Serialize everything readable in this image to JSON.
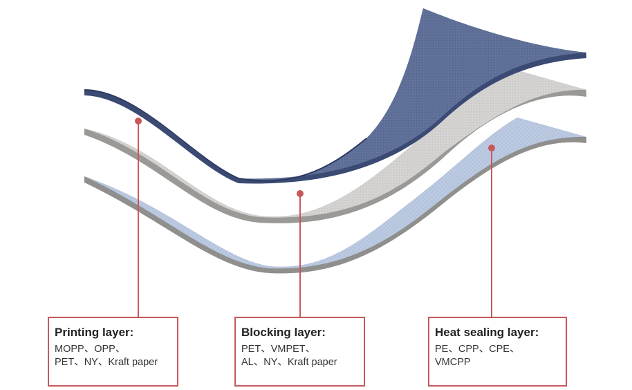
{
  "layers": [
    {
      "id": "printing",
      "title": "Printing layer:",
      "materials": [
        "MOPP、OPP、",
        "PET、NY、Kraft paper"
      ],
      "color": "#5c6d97"
    },
    {
      "id": "blocking",
      "title": "Blocking layer:",
      "materials": [
        "PET、VMPET、",
        "AL、NY、Kraft paper"
      ],
      "color": "#cfcecc"
    },
    {
      "id": "heat",
      "title": "Heat sealing layer:",
      "materials": [
        "PE、CPP、CPE、",
        "VMCPP"
      ],
      "color": "#bccbe2"
    }
  ],
  "colors": {
    "callout_line": "#c8575a",
    "box_border": "#c8575a"
  }
}
